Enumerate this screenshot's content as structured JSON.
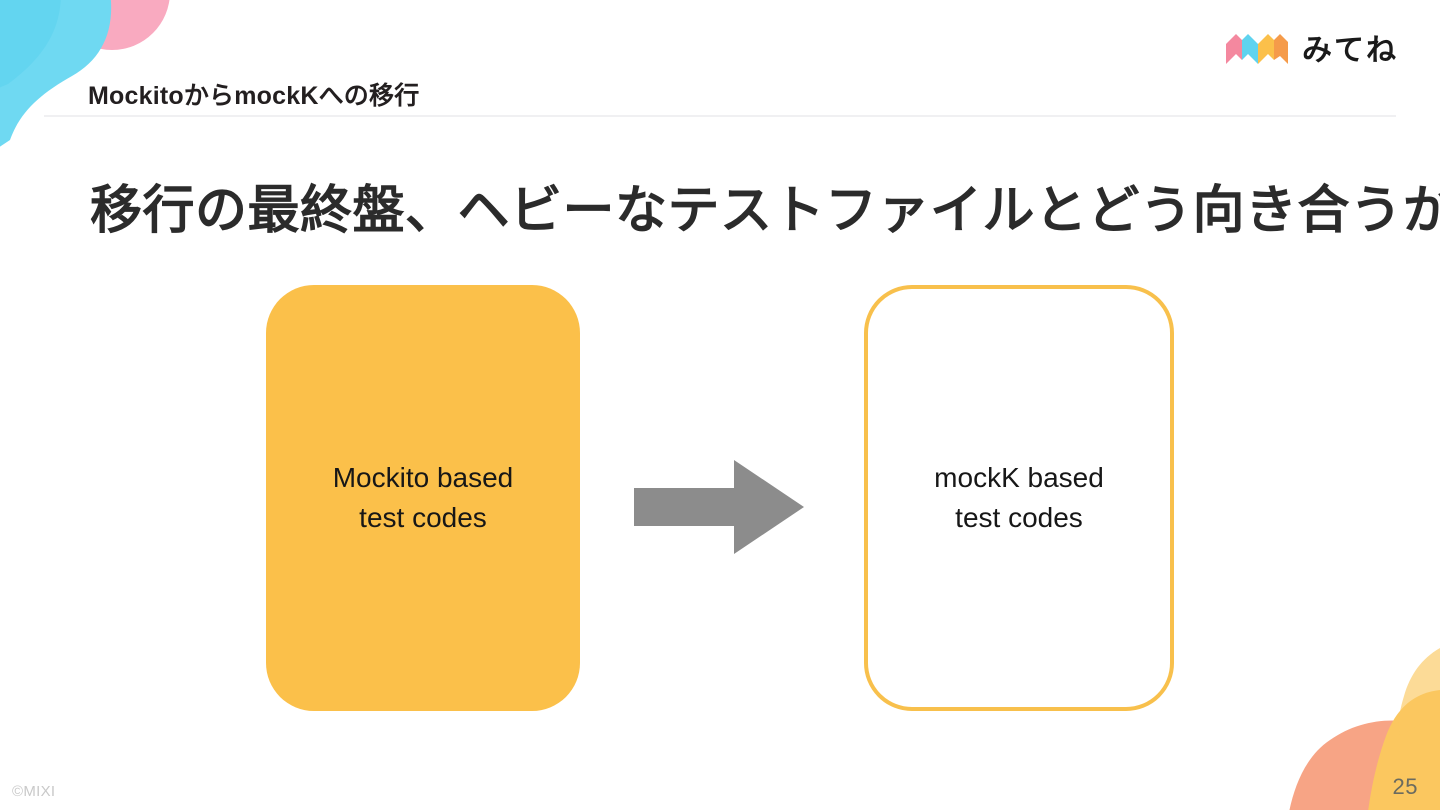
{
  "slide": {
    "header_title": "MockitoからmockKへの移行",
    "main_heading": "移行の最終盤、ヘビーなテストファイルとどう向き合うか",
    "copyright": "©MIXI",
    "page_number": "25"
  },
  "logo": {
    "name": "mitene-logo",
    "text": "みてね",
    "mark_colors": [
      "#f4889f",
      "#5fd3ef",
      "#fbc04a",
      "#f59b4a"
    ]
  },
  "diagram": {
    "source_box": {
      "label_line1": "Mockito based",
      "label_line2": "test codes",
      "fill": "#fbc04a",
      "text_color": "#171717"
    },
    "arrow": {
      "name": "right-arrow-icon",
      "direction": "right",
      "color": "#8c8c8c"
    },
    "target_box": {
      "label_line1": "mockK based",
      "label_line2": "test codes",
      "fill": "#ffffff",
      "border_color": "#f8c04c",
      "text_color": "#171717"
    }
  },
  "decorations": {
    "top_left_blue": "#6fd9f2",
    "top_left_pink": "#f9aac0",
    "bottom_right_salmon": "#f7a485",
    "bottom_right_yellow": "#fbc75f",
    "divider_color": "#f0f0f2"
  }
}
